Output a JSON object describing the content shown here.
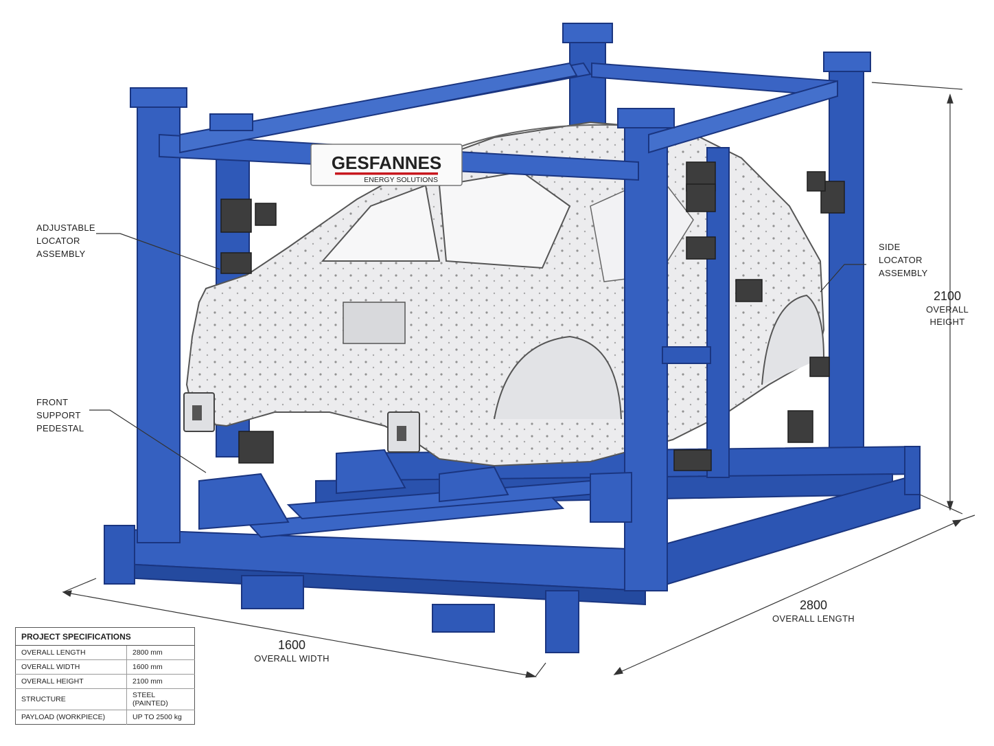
{
  "brand": {
    "name": "GESFANNES",
    "tagline": "ENERGY SOLUTIONS",
    "accent": "#c8181e"
  },
  "colors": {
    "frame": "#2f59b8",
    "frame_dark": "#1f3f8f",
    "frame_light": "#4f78d2",
    "body_shell": "#e9eaec",
    "locator": "#3d3d3d"
  },
  "callouts": {
    "adjustable_locator": "ADJUSTABLE\nLOCATOR\nASSEMBLY",
    "side_locator": "SIDE\nLOCATOR\nASSEMBLY",
    "front_support": "FRONT\nSUPPORT\nPEDESTAL"
  },
  "dimensions": {
    "height": {
      "value": "2100",
      "label": "OVERALL\nHEIGHT"
    },
    "length": {
      "value": "2800",
      "label": "OVERALL LENGTH"
    },
    "width": {
      "value": "1600",
      "label": "OVERALL WIDTH"
    }
  },
  "specs": {
    "title": "PROJECT SPECIFICATIONS",
    "rows": [
      {
        "key": "OVERALL LENGTH",
        "value": "2800 mm"
      },
      {
        "key": "OVERALL WIDTH",
        "value": "1600 mm"
      },
      {
        "key": "OVERALL HEIGHT",
        "value": "2100 mm"
      },
      {
        "key": "STRUCTURE",
        "value": "STEEL (PAINTED)"
      },
      {
        "key": "PAYLOAD (WORKPIECE)",
        "value": "UP TO 2500 kg"
      }
    ]
  }
}
